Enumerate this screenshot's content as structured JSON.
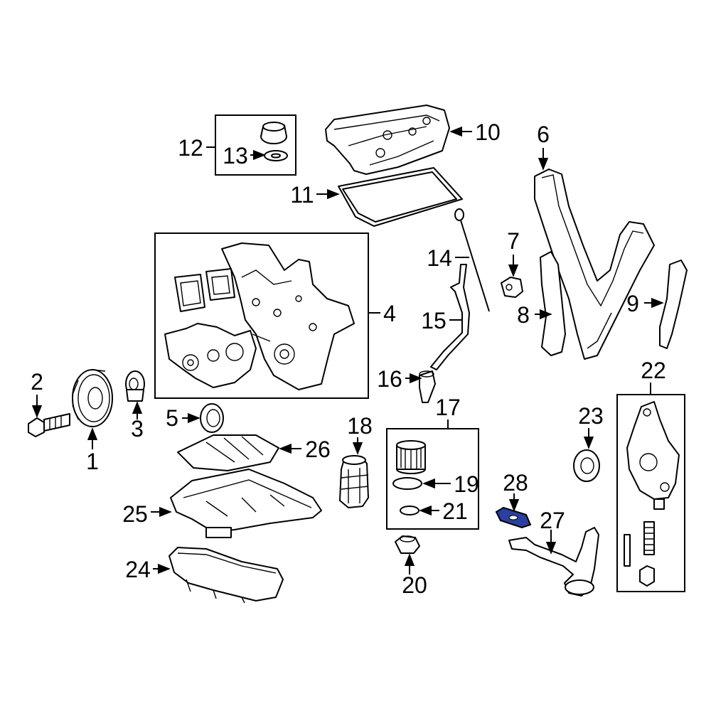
{
  "highlight_color": "#2a3fa0",
  "callouts": {
    "c1": "1",
    "c2": "2",
    "c3": "3",
    "c4": "4",
    "c5": "5",
    "c6": "6",
    "c7": "7",
    "c8": "8",
    "c9": "9",
    "c10": "10",
    "c11": "11",
    "c12": "12",
    "c13": "13",
    "c14": "14",
    "c15": "15",
    "c16": "16",
    "c17": "17",
    "c18": "18",
    "c19": "19",
    "c20": "20",
    "c21": "21",
    "c22": "22",
    "c23": "23",
    "c24": "24",
    "c25": "25",
    "c26": "26",
    "c27": "27",
    "c28": "28"
  }
}
